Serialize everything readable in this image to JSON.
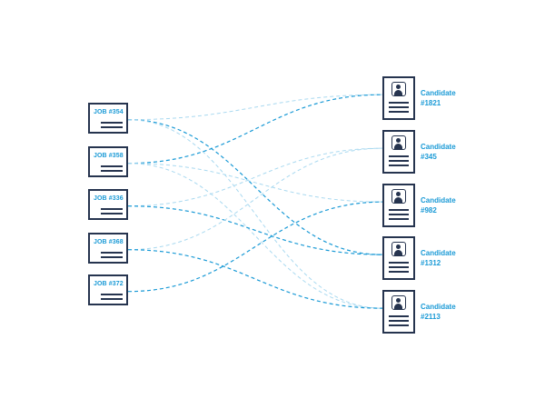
{
  "colors": {
    "accent": "#1a9ad6",
    "accent_light": "#a9d9f0",
    "outline": "#26344f"
  },
  "jobs": [
    {
      "label": "JOB #354"
    },
    {
      "label": "JOB #358"
    },
    {
      "label": "JOB #336"
    },
    {
      "label": "JOB #368"
    },
    {
      "label": "JOB #372"
    }
  ],
  "candidates": [
    {
      "line1": "Candidate",
      "line2": "#1821",
      "icon": "user-avatar-icon"
    },
    {
      "line1": "Candidate",
      "line2": "#345",
      "icon": "user-avatar-icon"
    },
    {
      "line1": "Candidate",
      "line2": "#982",
      "icon": "user-avatar-icon"
    },
    {
      "line1": "Candidate",
      "line2": "#1312",
      "icon": "user-avatar-icon"
    },
    {
      "line1": "Candidate",
      "line2": "#2113",
      "icon": "user-avatar-icon"
    }
  ],
  "links": [
    {
      "job": 0,
      "candidate": 0,
      "emphasis": "light"
    },
    {
      "job": 0,
      "candidate": 3,
      "emphasis": "strong"
    },
    {
      "job": 0,
      "candidate": 4,
      "emphasis": "light"
    },
    {
      "job": 1,
      "candidate": 0,
      "emphasis": "strong"
    },
    {
      "job": 1,
      "candidate": 2,
      "emphasis": "light"
    },
    {
      "job": 1,
      "candidate": 4,
      "emphasis": "light"
    },
    {
      "job": 2,
      "candidate": 1,
      "emphasis": "light"
    },
    {
      "job": 2,
      "candidate": 3,
      "emphasis": "strong"
    },
    {
      "job": 3,
      "candidate": 1,
      "emphasis": "light"
    },
    {
      "job": 3,
      "candidate": 4,
      "emphasis": "strong"
    },
    {
      "job": 4,
      "candidate": 2,
      "emphasis": "strong"
    }
  ]
}
